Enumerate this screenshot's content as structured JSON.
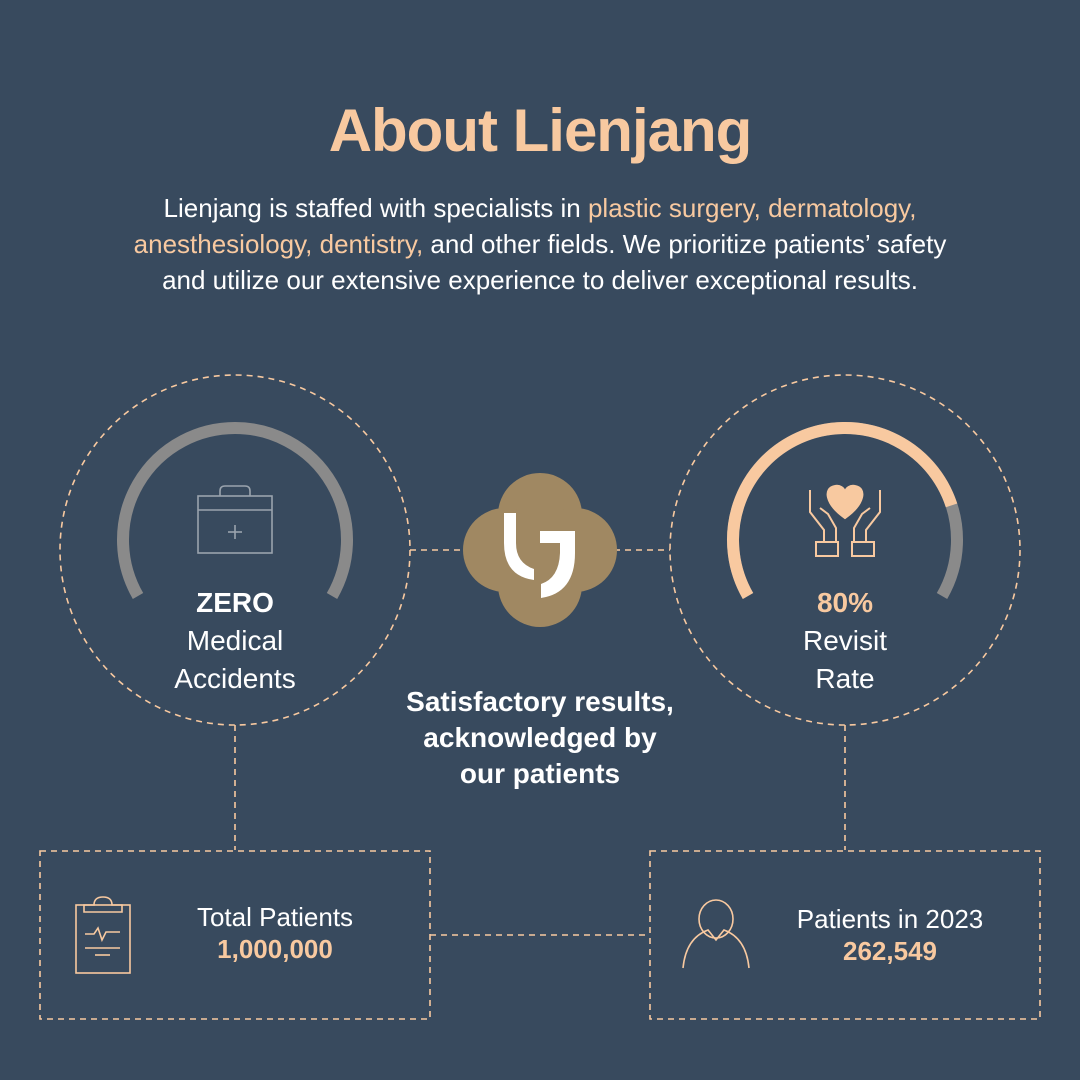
{
  "header": {
    "title": "About Lienjang"
  },
  "intro": {
    "p1": "Lienjang is staffed with specialists in ",
    "h1": "plastic surgery, dermatology,",
    "h2": "anesthesiology, dentistry,",
    "p2": " and other fields. We prioritize patients’ safety",
    "p3": "and utilize our extensive experience to deliver exceptional results."
  },
  "stats": [
    {
      "icon": "medical-kit-icon",
      "value": "ZERO",
      "label1": "Medical",
      "label2": "Accidents",
      "progress": 1.0
    },
    {
      "icon": "hands-heart-icon",
      "value": "80%",
      "label1": "Revisit",
      "label2": "Rate",
      "progress": 0.8
    }
  ],
  "center": {
    "logo": "Lienjang logo",
    "caption1": "Satisfactory results,",
    "caption2": "acknowledged by",
    "caption3": "our patients"
  },
  "boxes": [
    {
      "icon": "clipboard-icon",
      "label": "Total Patients",
      "value": "1,000,000"
    },
    {
      "icon": "person-icon",
      "label": "Patients in 2023",
      "value": "262,549"
    }
  ],
  "colors": {
    "background": "#384a5e",
    "accent": "#f8c9a0",
    "gray": "#8a8a8a",
    "logo": "#a08862"
  }
}
